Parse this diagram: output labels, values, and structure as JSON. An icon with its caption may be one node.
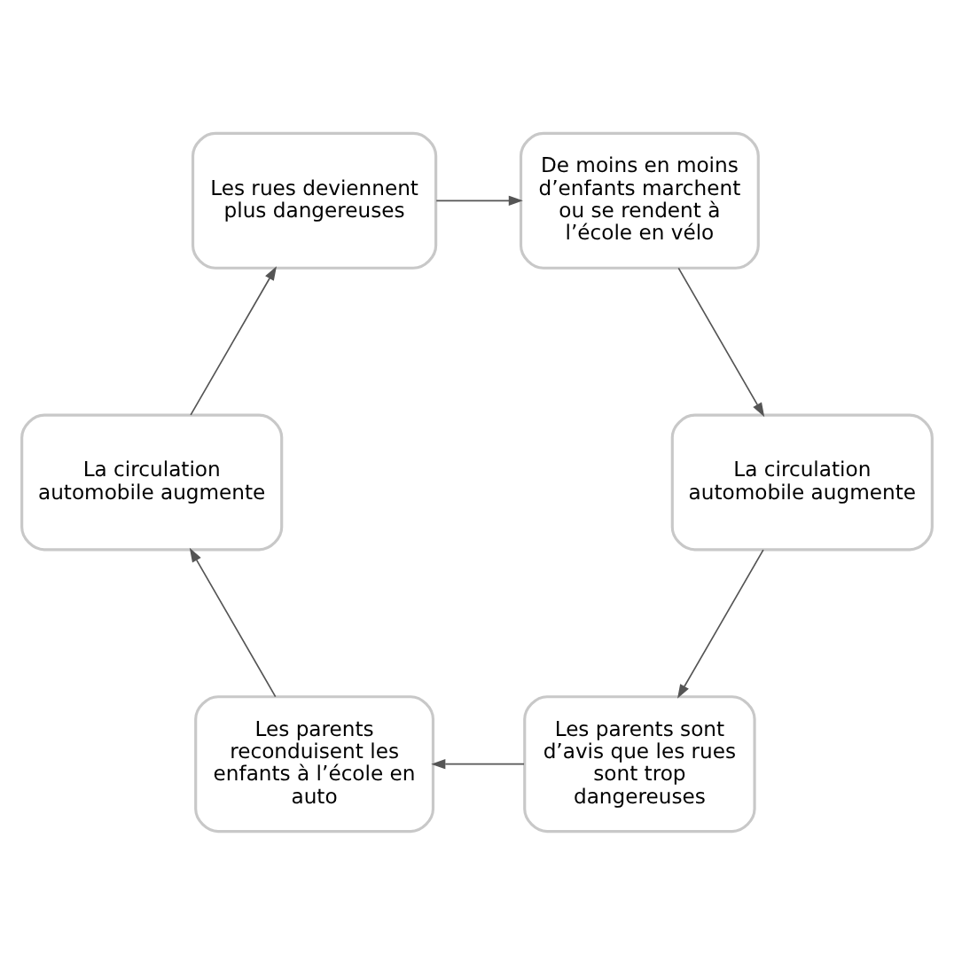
{
  "diagram": {
    "nodes": [
      {
        "text": [
          "Les parents sont d’avis que les rues sont trop dangereuses"
        ]
      },
      {
        "text": [
          "Les parents reconduisent les enfants à l’école en auto"
        ]
      },
      {
        "text": [
          "La circulation automobile augmente"
        ]
      },
      {
        "text": [
          "Les rues deviennent plus dangereuses"
        ]
      },
      {
        "text": [
          "De moins en moins d’enfants marchent ou se rendent à l’école en vélo"
        ]
      },
      {
        "text": [
          "La circulation automobile augmente"
        ]
      }
    ],
    "edges": [
      {
        "from": 0,
        "to": 1,
        "arrow": "to"
      },
      {
        "from": 1,
        "to": 2,
        "arrow": "to"
      },
      {
        "from": 2,
        "to": 3,
        "arrow": "to"
      },
      {
        "from": 3,
        "to": 4,
        "arrow": "to"
      },
      {
        "from": 4,
        "to": 5,
        "arrow": "to"
      },
      {
        "from": 5,
        "to": 0,
        "arrow": "to"
      }
    ]
  }
}
